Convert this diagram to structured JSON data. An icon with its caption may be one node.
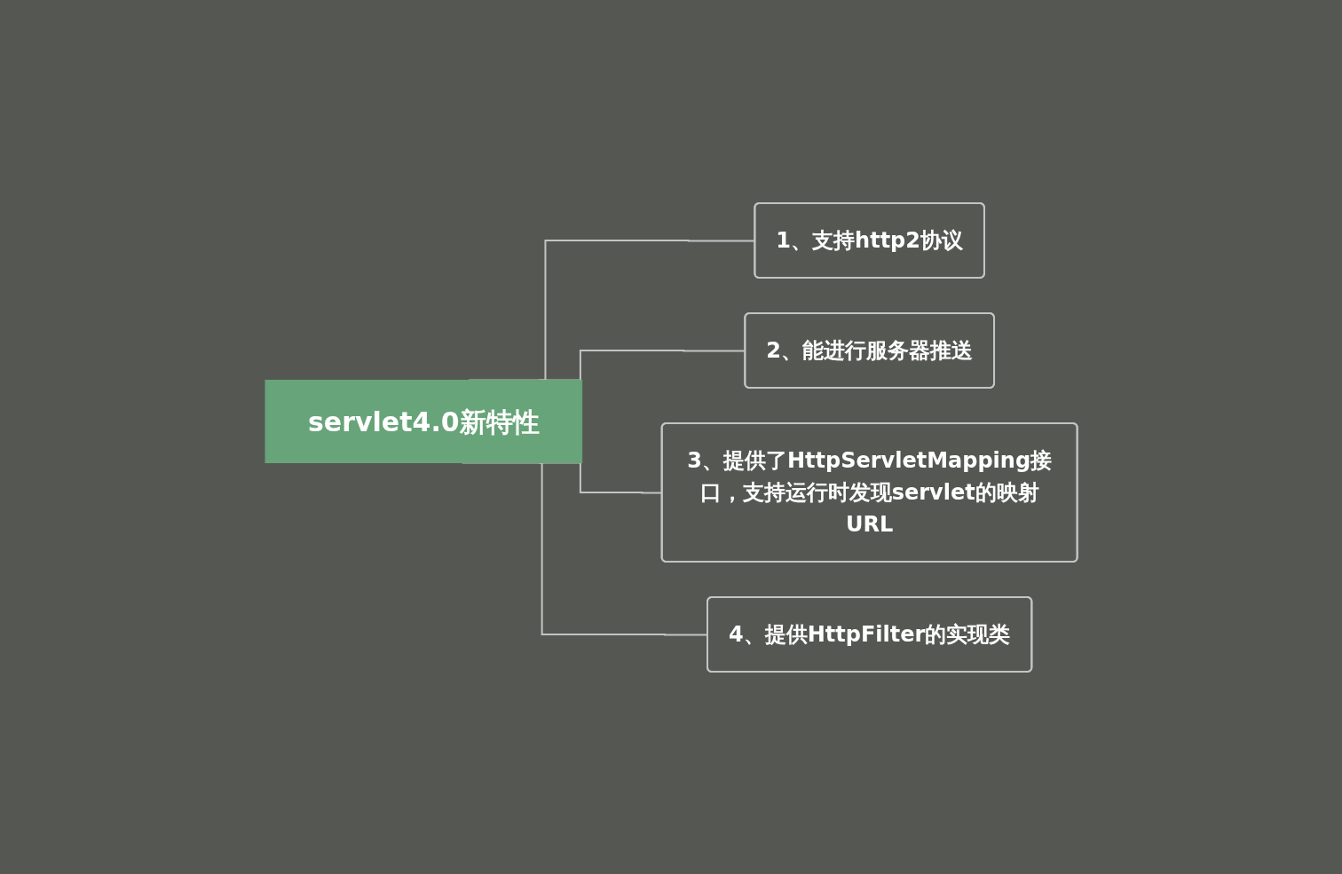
{
  "diagram": {
    "nodes": [
      {
        "text": [
          "servlet4.0新特性"
        ]
      },
      {
        "text": [
          "1、支持http2协议"
        ]
      },
      {
        "text": [
          "2、能进行服务器推送"
        ]
      },
      {
        "text": [
          "3、提供了HttpServletMapping接口，支持运行时发现servlet的映射URL"
        ]
      },
      {
        "text": [
          "4、提供HttpFilter的实现类"
        ]
      }
    ],
    "edges": [
      {
        "from": 0,
        "to": 1,
        "arrow": "none"
      },
      {
        "from": 0,
        "to": 2,
        "arrow": "none"
      },
      {
        "from": 0,
        "to": 3,
        "arrow": "none"
      },
      {
        "from": 0,
        "to": 4,
        "arrow": "none"
      }
    ]
  }
}
